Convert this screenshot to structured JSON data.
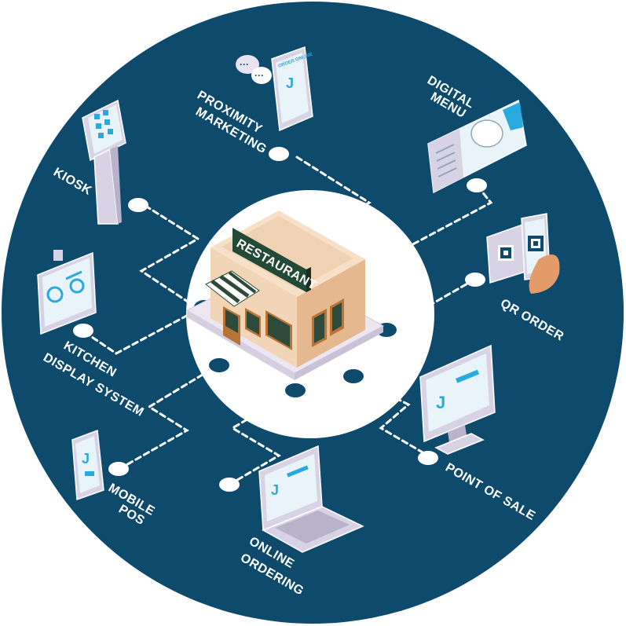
{
  "colors": {
    "outer_circle": "#0d4a6b",
    "inner_circle": "#ffffff",
    "connector": "#ffffff",
    "building_wall": "#f2d2b3",
    "building_side": "#e5b892",
    "sign": "#234a36",
    "awning_stripe": "#2e4a3a",
    "window_frame": "#b87436",
    "device_body": "#d8d3e4",
    "device_screen": "#e8f4fa",
    "accent": "#29a9dd",
    "base_plate": "#e8e3f0"
  },
  "center": {
    "sign_text": "RESTAURANT"
  },
  "nodes": {
    "kiosk": {
      "label_lines": [
        "KIOSK"
      ],
      "icon": "kiosk-icon"
    },
    "proximity_marketing": {
      "label_lines": [
        "PROXIMITY",
        "MARKETING"
      ],
      "icon": "phone-chat-icon",
      "screen_text": "ORDER ONLINE"
    },
    "digital_menu": {
      "label_lines": [
        "DIGITAL",
        "MENU"
      ],
      "icon": "menu-board-icon"
    },
    "qr_order": {
      "label_lines": [
        "QR ORDER"
      ],
      "icon": "qr-phone-icon"
    },
    "point_of_sale": {
      "label_lines": [
        "POINT OF SALE"
      ],
      "icon": "monitor-icon"
    },
    "online_ordering": {
      "label_lines": [
        "ONLINE",
        "ORDERING"
      ],
      "icon": "laptop-icon"
    },
    "mobile_pos": {
      "label_lines": [
        "MOBILE",
        "POS"
      ],
      "icon": "mobile-phone-icon"
    },
    "kitchen_display_system": {
      "label_lines": [
        "KITCHEN",
        "DISPLAY SYSTEM"
      ],
      "icon": "kitchen-display-icon"
    }
  }
}
